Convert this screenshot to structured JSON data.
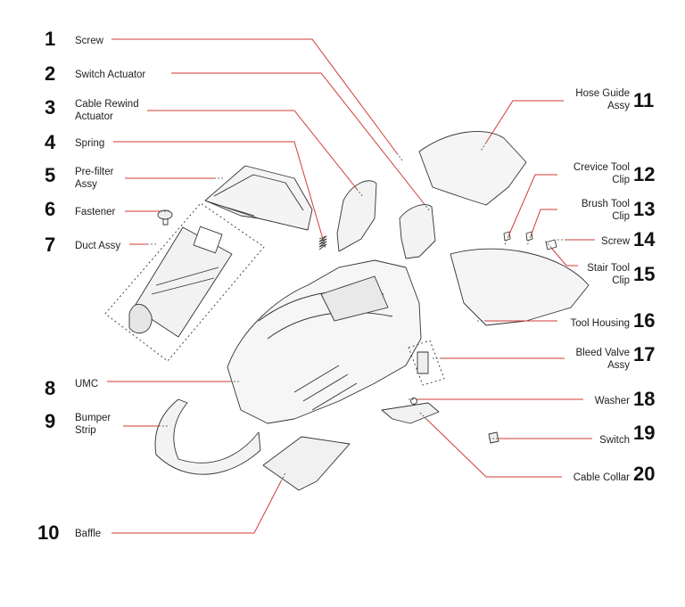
{
  "diagram": {
    "leader_color": "#d23b33",
    "parts": [
      {
        "number": "1",
        "lines": [
          "Screw"
        ]
      },
      {
        "number": "2",
        "lines": [
          "Switch Actuator"
        ]
      },
      {
        "number": "3",
        "lines": [
          "Cable Rewind",
          "Actuator"
        ]
      },
      {
        "number": "4",
        "lines": [
          "Spring"
        ]
      },
      {
        "number": "5",
        "lines": [
          "Pre-filter",
          "Assy"
        ]
      },
      {
        "number": "6",
        "lines": [
          "Fastener"
        ]
      },
      {
        "number": "7",
        "lines": [
          "Duct Assy"
        ]
      },
      {
        "number": "8",
        "lines": [
          "UMC"
        ]
      },
      {
        "number": "9",
        "lines": [
          "Bumper",
          "Strip"
        ]
      },
      {
        "number": "10",
        "lines": [
          "Baffle"
        ]
      },
      {
        "number": "11",
        "lines": [
          "Hose Guide",
          "Assy"
        ]
      },
      {
        "number": "12",
        "lines": [
          "Crevice Tool",
          "Clip"
        ]
      },
      {
        "number": "13",
        "lines": [
          "Brush Tool",
          "Clip"
        ]
      },
      {
        "number": "14",
        "lines": [
          "Screw"
        ]
      },
      {
        "number": "15",
        "lines": [
          "Stair Tool",
          "Clip"
        ]
      },
      {
        "number": "16",
        "lines": [
          "Tool Housing"
        ]
      },
      {
        "number": "17",
        "lines": [
          "Bleed Valve",
          "Assy"
        ]
      },
      {
        "number": "18",
        "lines": [
          "Washer"
        ]
      },
      {
        "number": "19",
        "lines": [
          "Switch"
        ]
      },
      {
        "number": "20",
        "lines": [
          "Cable Collar"
        ]
      }
    ]
  }
}
